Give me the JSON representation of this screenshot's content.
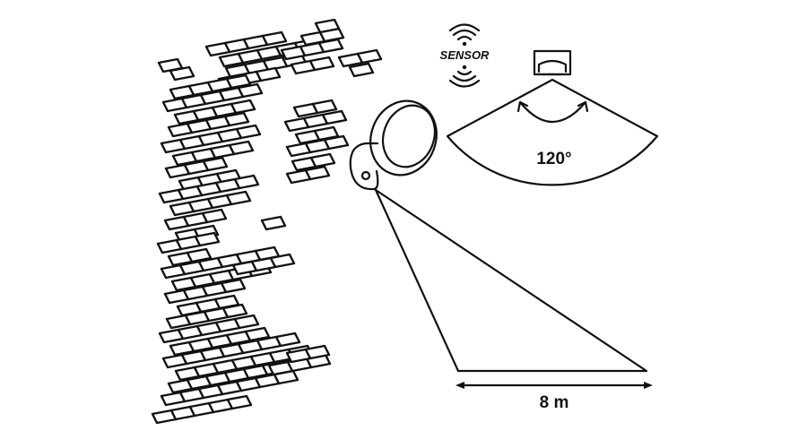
{
  "brand": {
    "sensor_label": "SENSOR"
  },
  "detection": {
    "angle_label": "120°",
    "range_label": "8 m"
  },
  "colors": {
    "ink": "#111111",
    "background": "#ffffff"
  },
  "icons": {
    "signal": "signal-waves-icon",
    "sensor_head": "motion-sensor-icon",
    "lamp": "wall-lamp-icon"
  }
}
